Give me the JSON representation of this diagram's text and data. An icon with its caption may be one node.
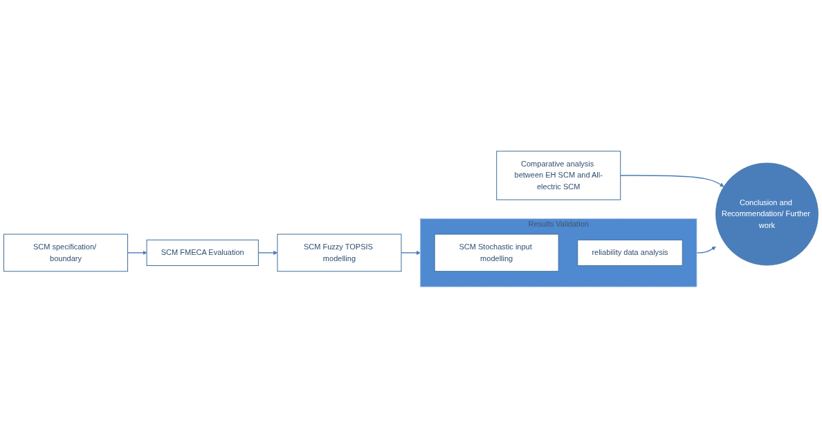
{
  "diagram": {
    "nodes": [
      {
        "text": [
          "SCM specification/ boundary"
        ]
      },
      {
        "text": [
          "SCM FMECA Evaluation"
        ]
      },
      {
        "text": [
          "SCM Fuzzy TOPSIS modelling"
        ]
      },
      {
        "text": [
          "Results Validation"
        ]
      },
      {
        "text": [
          "SCM Stochastic input modelling"
        ],
        "in": 3
      },
      {
        "text": [
          "reliability data analysis"
        ],
        "in": 3
      },
      {
        "text": [
          "Conclusion and Recommendation/ Further work"
        ]
      },
      {
        "text": [
          "Comparative analysis between EH SCM and All-electric SCM"
        ]
      }
    ],
    "edges": [
      {
        "from": 0,
        "to": 1,
        "arrow": "to"
      },
      {
        "from": 1,
        "to": 2,
        "arrow": "to"
      },
      {
        "from": 2,
        "to": 3,
        "arrow": "to"
      },
      {
        "from": 3,
        "to": 6,
        "arrow": "to"
      },
      {
        "from": 7,
        "to": 6,
        "arrow": "to"
      }
    ]
  }
}
